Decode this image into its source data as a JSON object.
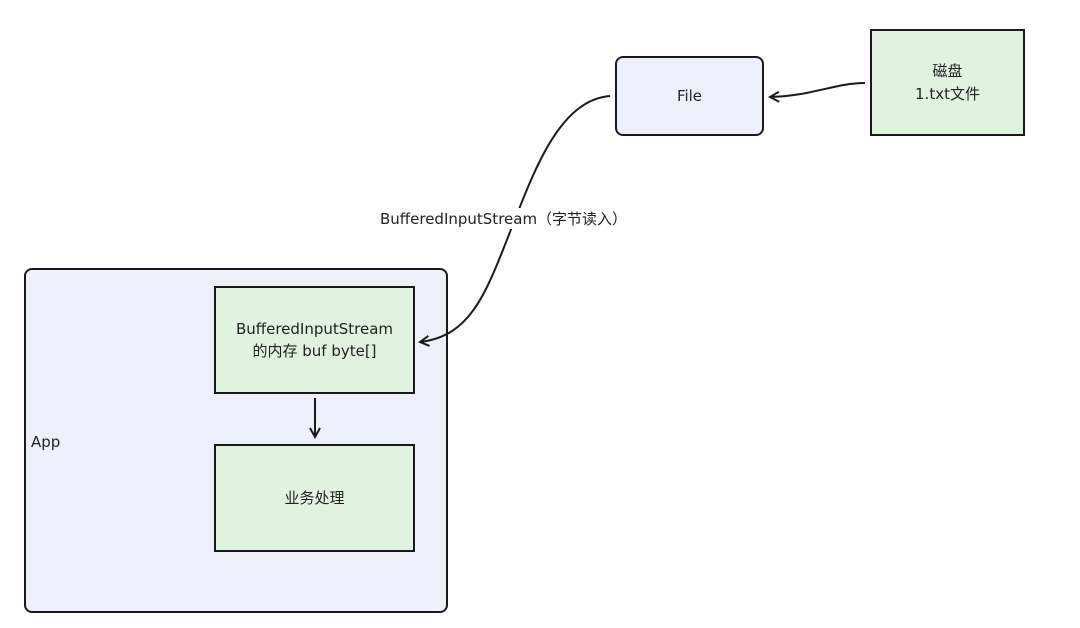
{
  "nodes": {
    "app_label": "App",
    "file": "File",
    "disk_line1": "磁盘",
    "disk_line2": "1.txt文件",
    "buffer_line1": "BufferedInputStream",
    "buffer_line2": "的内存 buf byte[]",
    "business": "业务处理"
  },
  "edges": {
    "file_to_buffer_label": "BufferedInputStream（字节读入）"
  }
}
